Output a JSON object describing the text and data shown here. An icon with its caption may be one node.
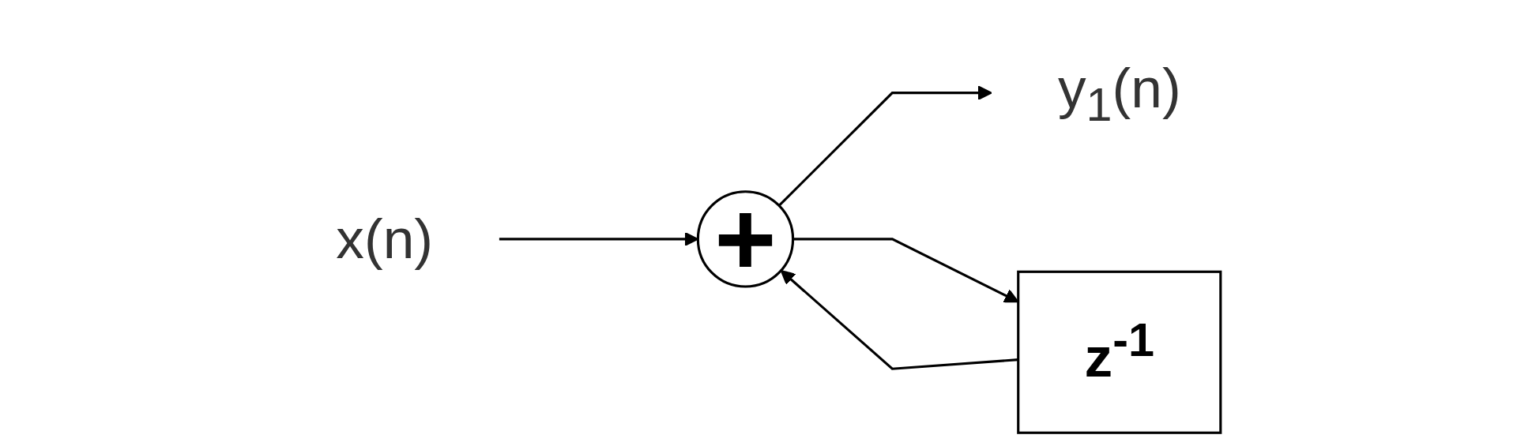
{
  "diagram": {
    "nodes": [
      {
        "text": [
          "x(n)"
        ]
      },
      {
        "text": [
          "+"
        ]
      },
      {
        "text": [
          "z$^{-1}$"
        ]
      },
      {
        "text": [
          "y$_{1}$(n)"
        ]
      }
    ],
    "edges": [
      {
        "from": 0,
        "to": 1,
        "arrow": "to"
      },
      {
        "from": 1,
        "to": 3,
        "arrow": "to"
      },
      {
        "from": 1,
        "to": 2,
        "arrow": "to"
      },
      {
        "from": 2,
        "to": 1,
        "arrow": "to"
      }
    ]
  }
}
